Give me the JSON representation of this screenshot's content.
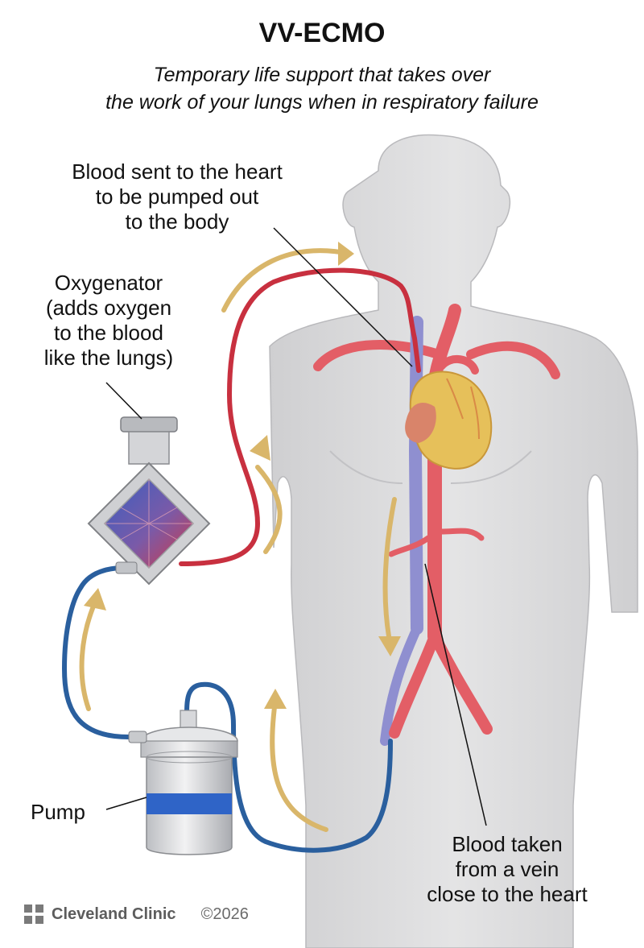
{
  "title": "VV-ECMO",
  "subtitle": {
    "line1": "Temporary life support that takes over",
    "line2": "the work of your lungs when in respiratory failure"
  },
  "labels": {
    "blood_to_heart": [
      "Blood sent to the heart",
      "to be pumped out",
      "to the body"
    ],
    "oxygenator": [
      "Oxygenator",
      "(adds oxygen",
      "to the blood",
      "like the lungs)"
    ],
    "pump": "Pump",
    "blood_taken": [
      "Blood taken",
      "from a vein",
      "close to the heart"
    ]
  },
  "footer": {
    "brand": "Cleveland Clinic",
    "copyright": "©2026"
  },
  "colors": {
    "oxygenated_tube": "#c8303f",
    "deoxygenated_tube": "#2a5f9e",
    "flow_arrow": "#d9b66a",
    "body": "#d9d9da",
    "artery": "#e35e66",
    "vein": "#8f8fd0",
    "heart_muscle": "#e6c05a"
  },
  "icons": [
    "cleveland-clinic-logo-icon",
    "flow-arrow-icon"
  ]
}
